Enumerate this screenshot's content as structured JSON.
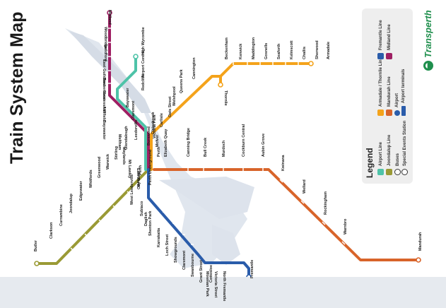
{
  "title": "Train System Map",
  "brand": {
    "name": "Transperth",
    "color": "#1f8f4d"
  },
  "legend": {
    "title": "Legend",
    "lines": [
      {
        "key": "airport",
        "label": "Airport Line",
        "color": "#4ec3a8"
      },
      {
        "key": "joondalup",
        "label": "Joondalup Line",
        "color": "#9a9a35"
      },
      {
        "key": "armadale",
        "label": "Armadale / Thornlie Line",
        "color": "#f4a31b"
      },
      {
        "key": "mandurah",
        "label": "Mandurah Line",
        "color": "#d8642a"
      },
      {
        "key": "fremantle",
        "label": "Fremantle Line",
        "color": "#2a5caa"
      },
      {
        "key": "midland",
        "label": "Midland Line",
        "color": "#9e1f63"
      }
    ],
    "symbols": [
      {
        "key": "buses",
        "label": "Buses",
        "icon": "bus-icon"
      },
      {
        "key": "special-events",
        "label": "Special Events Station",
        "icon": "special-events-icon"
      },
      {
        "key": "airport",
        "label": "Airport",
        "icon": "airport-icon"
      },
      {
        "key": "airport-terminals",
        "label": "Airport terminals",
        "icon": "airport-terminals-icon"
      }
    ]
  },
  "stations": {
    "midland": [
      "Midland",
      "Woodbridge",
      "Guildford",
      "East Guildford",
      "Bassendean",
      "Success Hill",
      "Ashfield",
      "Bayswater",
      "Meltham",
      "Maylands",
      "Mt Lawley",
      "East Perth"
    ],
    "airport": [
      "High Wycombe",
      "Airport Central",
      "Redcliffe",
      "Bayswater",
      "Claremont"
    ],
    "armadale": [
      "Beckenham",
      "Kenwick",
      "Maddington",
      "Gosnells",
      "Seaforth",
      "Kelmscott",
      "Challis",
      "Sherwood",
      "Armadale",
      "Cannington",
      "Queens Park",
      "Welshpool",
      "Oats Street",
      "Carlisle",
      "Victoria Park",
      "Burswood",
      "Thornlie"
    ],
    "joondalup": [
      "Butler",
      "Clarkson",
      "Currambine",
      "Joondalup",
      "Edgewater",
      "Whitfords",
      "Greenwood",
      "Warwick",
      "Stirling",
      "Glendalough",
      "Leederville",
      "Perth Underground"
    ],
    "mandurah": [
      "Elizabeth Quay",
      "Canning Bridge",
      "Bull Creek",
      "Murdoch",
      "Cockburn Central",
      "Aubin Grove",
      "Kwinana",
      "Wellard",
      "Rockingham",
      "Warnbro",
      "Mandurah"
    ],
    "fremantle": [
      "Perth",
      "City West",
      "West Leederville",
      "Subiaco",
      "Daglish",
      "Shenton Park",
      "Karrakatta",
      "Loch Street",
      "Showgrounds",
      "Claremont",
      "Swanbourne",
      "Grant Street",
      "Cottesloe",
      "Mosman Park",
      "Victoria Street",
      "North Fremantle",
      "Fremantle"
    ],
    "central": [
      "Claisebrook",
      "McIver",
      "Perth"
    ]
  }
}
